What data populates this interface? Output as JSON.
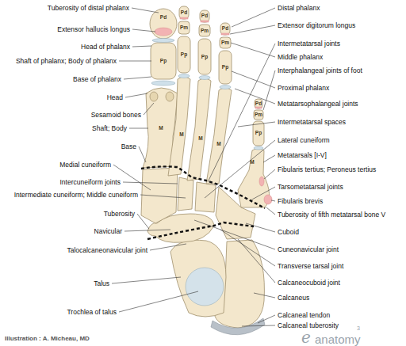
{
  "diagram": {
    "labels": [
      "Tuberosity of distal phalanx",
      "Extensor hallucis longus",
      "Head of phalanx",
      "Shaft of phalanx; Body of phalanx",
      "Base of phalanx",
      "Head",
      "Sesamoid bones",
      "Shaft; Body",
      "Base",
      "Medial cuneiform",
      "Intercuneiform joints",
      "Intermediate cuneiform; Middle cuneiform",
      "Tuberosity",
      "Navicular",
      "Talocalcaneonavicular joint",
      "Talus",
      "Trochlea of talus",
      "Distal phalanx",
      "Extensor digitorum longus",
      "Intermetatarsal joints",
      "Middle phalanx",
      "Interphalangeal joints of foot",
      "Proximal phalanx",
      "Metatarsophalangeal joints",
      "Intermetatarsal spaces",
      "Lateral cuneiform",
      "Metatarsals [I-V]",
      "Fibularis tertius; Peroneus tertius",
      "Tarsometatarsal joints",
      "Fibularis brevis",
      "Tuberosity of fifth metatarsal bone V",
      "Cuboid",
      "Cuneonavicular joint",
      "Transverse tarsal joint",
      "Calcaneocuboid joint",
      "Calcaneus",
      "Calcaneal tendon",
      "Calcaneal tuberosity",
      "Pd",
      "Pp",
      "Pd",
      "Pm",
      "Pp",
      "Pd",
      "Pm",
      "Pp",
      "Pd",
      "Pm",
      "Pp",
      "Pd",
      "Pm",
      "Pp",
      "M",
      "M",
      "M",
      "M",
      "M",
      "Illustration : A. Micheau, MD",
      "e",
      "anatomy",
      "3"
    ]
  }
}
